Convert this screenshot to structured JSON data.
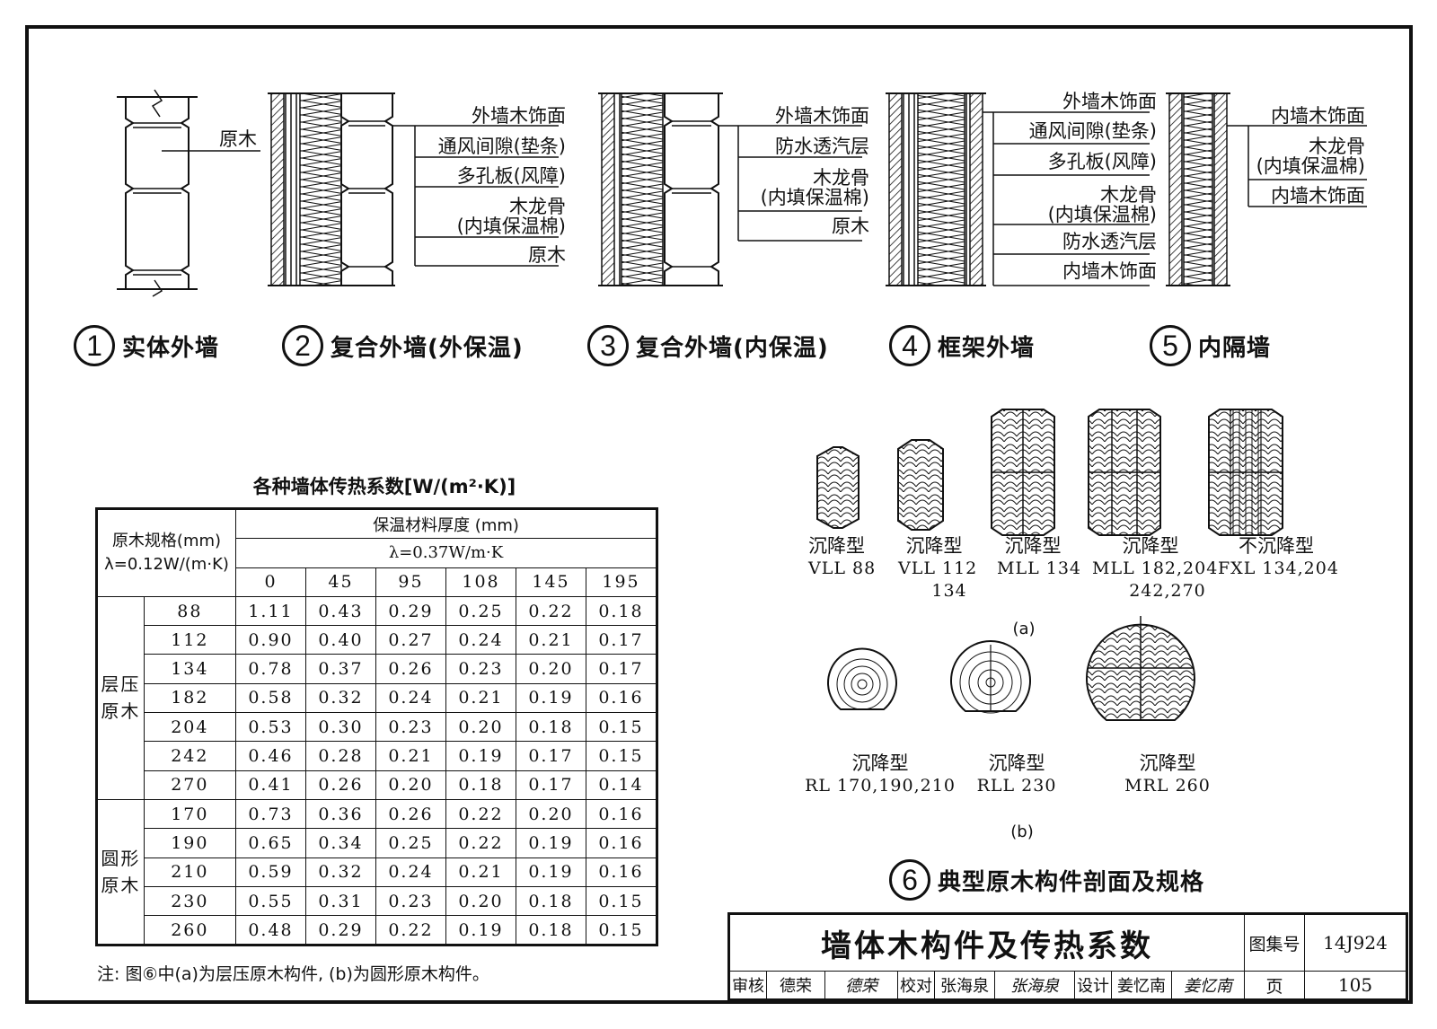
{
  "walls": [
    {
      "num": "1",
      "title": "实体外墙",
      "labels": [
        "原木"
      ]
    },
    {
      "num": "2",
      "title": "复合外墙(外保温)",
      "labels": [
        "外墙木饰面",
        "通风间隙(垫条)",
        "多孔板(风障)",
        "木龙骨",
        "(内填保温棉)",
        "原木"
      ]
    },
    {
      "num": "3",
      "title": "复合外墙(内保温)",
      "labels": [
        "外墙木饰面",
        "防水透汽层",
        "木龙骨",
        "(内填保温棉)",
        "原木"
      ]
    },
    {
      "num": "4",
      "title": "框架外墙",
      "labels": [
        "外墙木饰面",
        "通风间隙(垫条)",
        "多孔板(风障)",
        "木龙骨",
        "(内填保温棉)",
        "防水透汽层",
        "内墙木饰面"
      ]
    },
    {
      "num": "5",
      "title": "内隔墙",
      "labels": [
        "内墙木饰面",
        "木龙骨",
        "(内填保温棉)",
        "内墙木饰面"
      ]
    }
  ],
  "table": {
    "title": "各种墙体传热系数[W/(m²·K)]",
    "head_left_1": "原木规格(mm)",
    "head_left_2": "λ=0.12W/(m·K)",
    "head_right_1": "保温材料厚度 (mm)",
    "head_right_2": "λ=0.37W/m·K",
    "thicknesses": [
      "0",
      "45",
      "95",
      "108",
      "145",
      "195"
    ],
    "groups": [
      {
        "name_1": "层压",
        "name_2": "原木",
        "rows": [
          {
            "spec": "88",
            "vals": [
              "1.11",
              "0.43",
              "0.29",
              "0.25",
              "0.22",
              "0.18"
            ]
          },
          {
            "spec": "112",
            "vals": [
              "0.90",
              "0.40",
              "0.27",
              "0.24",
              "0.21",
              "0.17"
            ]
          },
          {
            "spec": "134",
            "vals": [
              "0.78",
              "0.37",
              "0.26",
              "0.23",
              "0.20",
              "0.17"
            ]
          },
          {
            "spec": "182",
            "vals": [
              "0.58",
              "0.32",
              "0.24",
              "0.21",
              "0.19",
              "0.16"
            ]
          },
          {
            "spec": "204",
            "vals": [
              "0.53",
              "0.30",
              "0.23",
              "0.20",
              "0.18",
              "0.15"
            ]
          },
          {
            "spec": "242",
            "vals": [
              "0.46",
              "0.28",
              "0.21",
              "0.19",
              "0.17",
              "0.15"
            ]
          },
          {
            "spec": "270",
            "vals": [
              "0.41",
              "0.26",
              "0.20",
              "0.18",
              "0.17",
              "0.14"
            ]
          }
        ]
      },
      {
        "name_1": "圆形",
        "name_2": "原木",
        "rows": [
          {
            "spec": "170",
            "vals": [
              "0.73",
              "0.36",
              "0.26",
              "0.22",
              "0.20",
              "0.16"
            ]
          },
          {
            "spec": "190",
            "vals": [
              "0.65",
              "0.34",
              "0.25",
              "0.22",
              "0.19",
              "0.16"
            ]
          },
          {
            "spec": "210",
            "vals": [
              "0.59",
              "0.32",
              "0.24",
              "0.21",
              "0.19",
              "0.16"
            ]
          },
          {
            "spec": "230",
            "vals": [
              "0.55",
              "0.31",
              "0.23",
              "0.20",
              "0.18",
              "0.15"
            ]
          },
          {
            "spec": "260",
            "vals": [
              "0.48",
              "0.29",
              "0.22",
              "0.19",
              "0.18",
              "0.15"
            ]
          }
        ]
      }
    ]
  },
  "note": "注: 图⑥中(a)为层压原木构件, (b)为圆形原木构件。",
  "sections_a": [
    {
      "type": "沉降型",
      "code": "VLL 88",
      "code2": ""
    },
    {
      "type": "沉降型",
      "code": "VLL 112",
      "code2": "134"
    },
    {
      "type": "沉降型",
      "code": "MLL 134",
      "code2": ""
    },
    {
      "type": "沉降型",
      "code": "MLL 182,204",
      "code2": "242,270"
    },
    {
      "type": "不沉降型",
      "code": "FXL 134,204",
      "code2": ""
    }
  ],
  "sections_b": [
    {
      "type": "沉降型",
      "code": "RL 170,190,210"
    },
    {
      "type": "沉降型",
      "code": "RLL 230"
    },
    {
      "type": "沉降型",
      "code": "MRL 260"
    }
  ],
  "label_a": "(a)",
  "label_b": "(b)",
  "figure6": {
    "num": "6",
    "title": "典型原木构件剖面及规格"
  },
  "title_block": {
    "title": "墙体木构件及传热系数",
    "atlas_label": "图集号",
    "atlas_no": "14J924",
    "review_label": "审核",
    "review_name": "德荣",
    "review_sign": "德荣",
    "check_label": "校对",
    "check_name": "张海泉",
    "check_sign": "张海泉",
    "design_label": "设计",
    "design_name": "姜忆南",
    "design_sign": "姜忆南",
    "page_label": "页",
    "page_no": "105"
  }
}
